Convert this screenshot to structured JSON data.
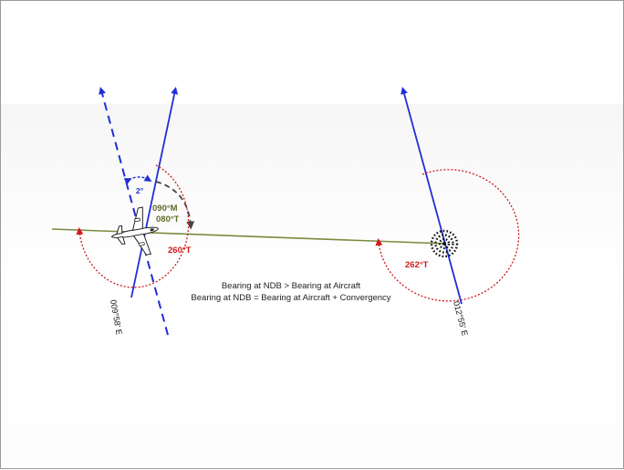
{
  "labels": {
    "convergency_angle": "2°",
    "magnetic_heading": "090°M",
    "true_heading": "080°T",
    "bearing_aircraft": "260°T",
    "bearing_ndb": "262°T",
    "meridian_left": "009°58' E",
    "meridian_right": "012°55' E",
    "relation_1": "Bearing at NDB > Bearing at Aircraft",
    "relation_2": "Bearing at NDB = Bearing at Aircraft + Convergency"
  },
  "icons": {
    "aircraft": "aircraft-icon",
    "ndb": "ndb-beacon-icon"
  },
  "colors": {
    "meridian_blue": "#1f2fd6",
    "great_circle": "#7a8a3e",
    "bearing_red": "#d11a1a",
    "heading_olive": "#5e6b25",
    "arc_gray": "#555555"
  }
}
